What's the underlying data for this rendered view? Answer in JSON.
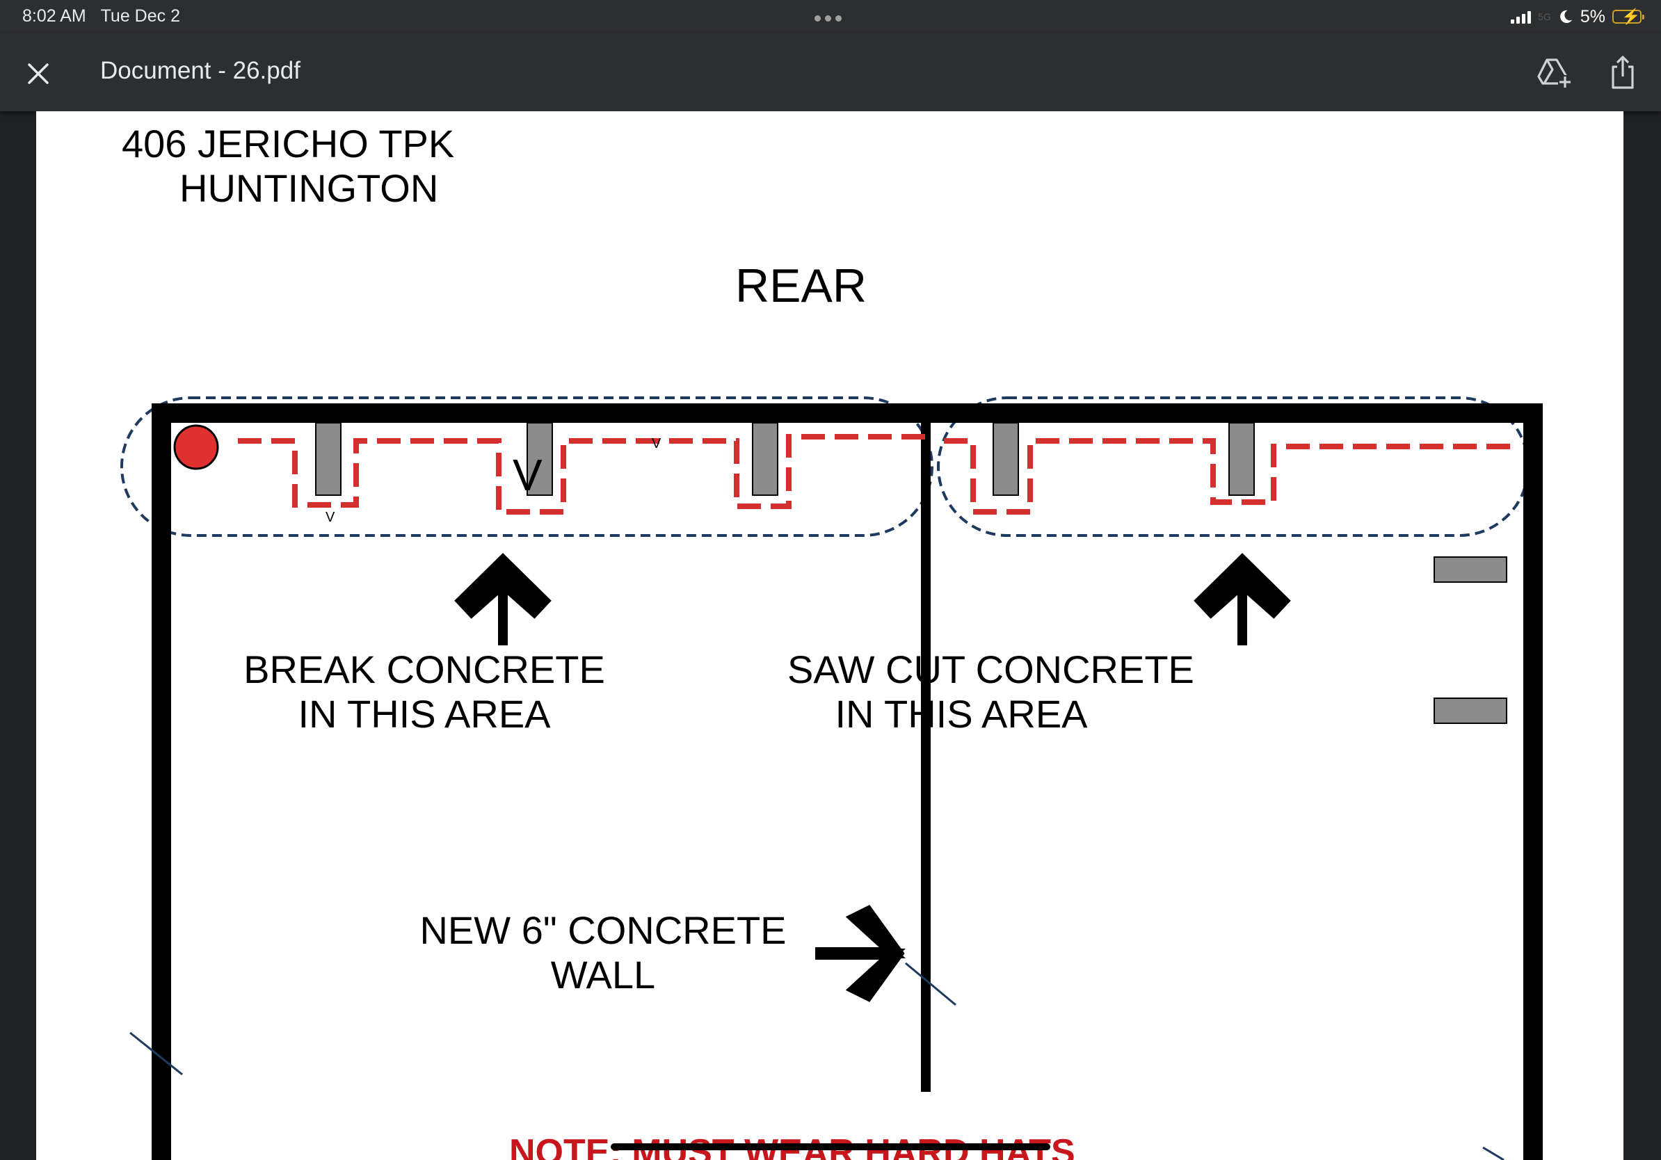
{
  "status_bar": {
    "time": "8:02 AM",
    "date": "Tue Dec 2",
    "network": "5G",
    "battery_percent": "5%"
  },
  "app_bar": {
    "title": "Document - 26.pdf",
    "icons": [
      "close-icon",
      "add-to-drive-icon",
      "share-icon"
    ]
  },
  "document": {
    "address_line1": "406 JERICHO TPK",
    "address_line2": "HUNTINGTON",
    "heading": "REAR",
    "break_label_line1": "BREAK CONCRETE",
    "break_label_line2": "IN THIS AREA",
    "saw_label_line1": "SAW CUT CONCRETE",
    "saw_label_line2": "IN THIS AREA",
    "wall_label_line1": "NEW 6\" CONCRETE",
    "wall_label_line2": "WALL",
    "note": "NOTE: MUST WEAR HARD HATS",
    "marks": [
      "V",
      "V",
      "V"
    ]
  },
  "colors": {
    "chrome": "#2d2e30",
    "wall": "#000000",
    "drain_line": "#d32f2f",
    "dashed_outline": "#1f3a5f",
    "column": "#8c8c8c",
    "note": "#c8171c"
  }
}
